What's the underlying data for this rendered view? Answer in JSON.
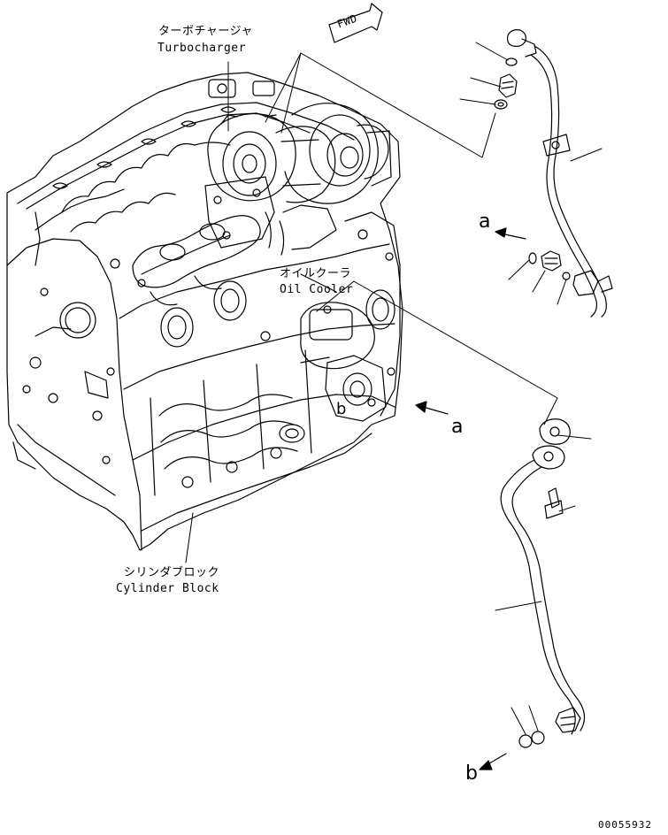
{
  "labels": {
    "turbo_jp": "ターボチャージャ",
    "turbo_en": "Turbocharger",
    "oil_jp": "オイルクーラ",
    "oil_en": "Oil Cooler",
    "block_jp": "シリンダブロック",
    "block_en": "Cylinder Block",
    "fwd": "FWD",
    "ref_a_upper": "a",
    "ref_a_lower": "a",
    "ref_b_engine": "b",
    "ref_b_lower": "b",
    "drawing_code": "00055932"
  },
  "colors": {
    "line": "#000000",
    "background": "#ffffff"
  }
}
